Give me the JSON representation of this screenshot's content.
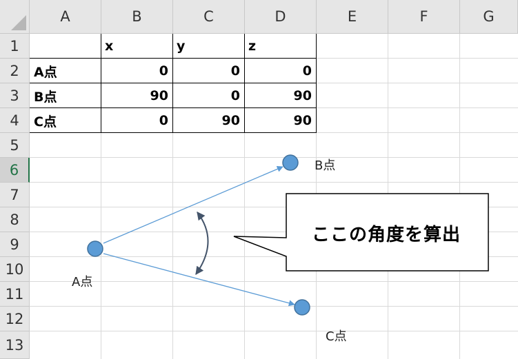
{
  "sheet": {
    "columns": [
      "A",
      "B",
      "C",
      "D",
      "E",
      "F",
      "G"
    ],
    "rows": [
      "1",
      "2",
      "3",
      "4",
      "5",
      "6",
      "7",
      "8",
      "9",
      "10",
      "11",
      "12",
      "13"
    ],
    "active_row": "6"
  },
  "table": {
    "header": [
      "",
      "x",
      "y",
      "z"
    ],
    "rows": [
      {
        "label": "A点",
        "x": "0",
        "y": "0",
        "z": "0"
      },
      {
        "label": "B点",
        "x": "90",
        "y": "0",
        "z": "90"
      },
      {
        "label": "C点",
        "x": "0",
        "y": "90",
        "z": "90"
      }
    ]
  },
  "diagram": {
    "point_a_label": "A点",
    "point_b_label": "B点",
    "point_c_label": "C点",
    "callout_text": "ここの角度を算出",
    "colors": {
      "point_fill": "#5b9bd5",
      "point_stroke": "#41719c",
      "line": "#5b9bd5",
      "arc": "#44546a"
    }
  }
}
